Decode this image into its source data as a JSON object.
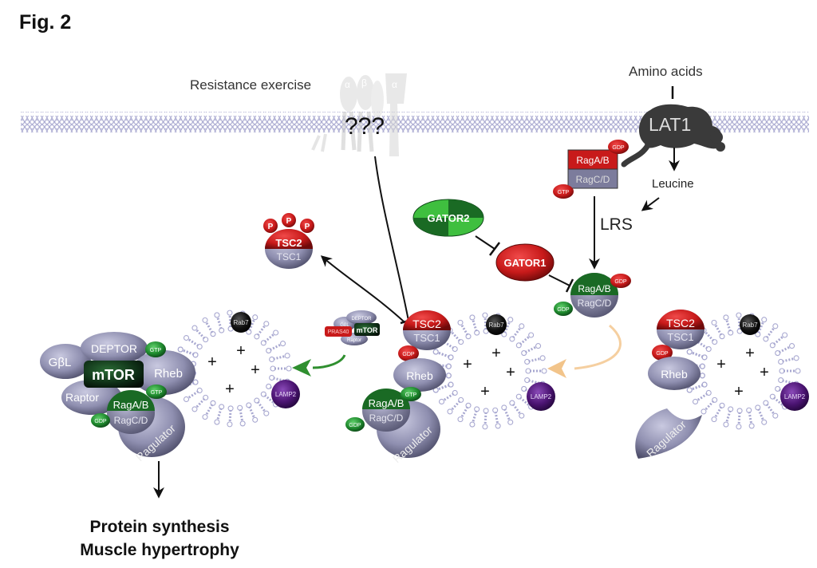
{
  "figure": {
    "title": "Fig. 2",
    "stimuli": {
      "resistance_exercise": "Resistance exercise",
      "unknown_sensor": "???",
      "receptor_subunits": [
        "α",
        "β",
        "α"
      ],
      "amino_acids": "Amino acids"
    },
    "transporter": {
      "label": "LAT1"
    },
    "leucine": "Leucine",
    "lrs": "LRS",
    "gator2": "GATOR2",
    "gator1": "GATOR1",
    "membrane_rags": {
      "top": "RagA/B",
      "bottom": "RagC/D",
      "nucleotide_top": "GDP",
      "nucleotide_bottom": "GTP"
    },
    "cytosolic_rags": {
      "top": "RagA/B",
      "bottom": "RagC/D",
      "nucleotide_top": "GDP",
      "nucleotide_bottom": "GDP"
    },
    "phospho_tsc": {
      "top": "TSC2",
      "bottom": "TSC1",
      "phospho": [
        "P",
        "P",
        "P"
      ]
    },
    "lysosome_common": {
      "rab7": "Rab7",
      "lamp2": "LAMP2",
      "plus": "+",
      "ragulator": "Ragulator",
      "rheb": "Rheb"
    },
    "left_complex": {
      "gbl": "GβL",
      "deptor": "DEPTOR",
      "mtor": "mTOR",
      "raptor": "Raptor",
      "rheb": "Rheb",
      "rag_top": "RagA/B",
      "rag_bottom": "RagC/D",
      "gtp_rheb": "GTP",
      "gtp_rag": "GTP",
      "gdp_rag": "GDP"
    },
    "middle_complex": {
      "tsc_top": "TSC2",
      "tsc_bottom": "TSC1",
      "rheb_nucleotide": "GDP",
      "rag_top": "RagA/B",
      "rag_bottom": "RagC/D",
      "gtp_rag": "GTP",
      "gdp_rag": "GDP"
    },
    "small_mtorc1": {
      "gbl": "GβL",
      "deptor": "DEPTOR",
      "mtor": "mTOR",
      "raptor": "Raptor",
      "pras40": "PRAS40"
    },
    "right_complex": {
      "tsc_top": "TSC2",
      "tsc_bottom": "TSC1",
      "rheb_nucleotide": "GDP"
    },
    "outcome": [
      "Protein synthesis",
      "Muscle hypertrophy"
    ],
    "colors": {
      "membrane": "#b0b0d8",
      "protein_gray": "#8e8ead",
      "active_red": "#c81a1a",
      "active_green": "#1f8a2e",
      "mtor_dark": "#0d2a14",
      "lamp2_purple": "#4b1472",
      "rab7_black": "#111111",
      "gator2_green": "#3fbf3f",
      "activation_arrow_green": "#2f8f2f",
      "inactive_arrow_orange": "#f2c48a"
    }
  }
}
